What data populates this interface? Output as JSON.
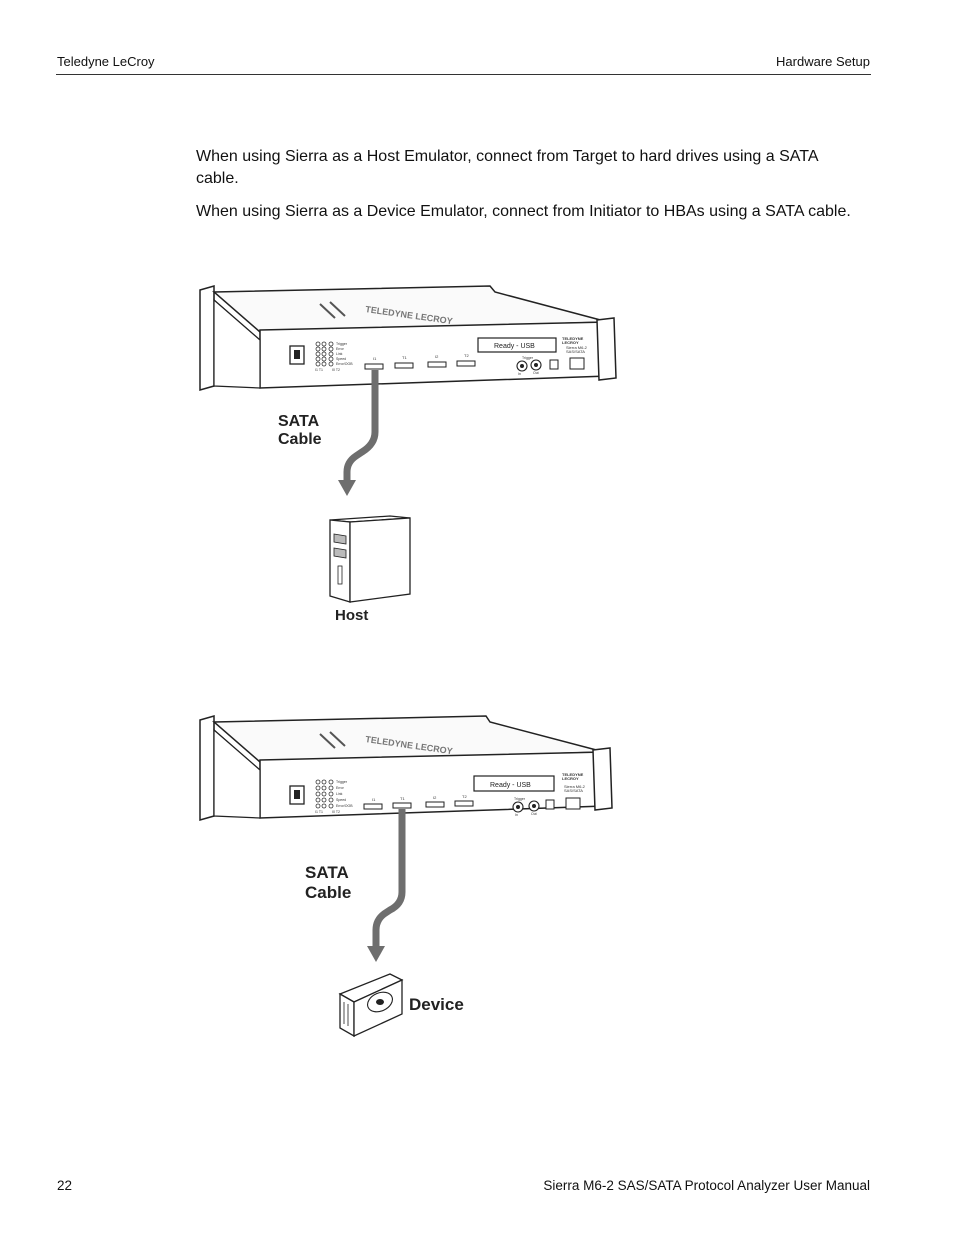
{
  "header": {
    "left": "Teledyne LeCroy",
    "right": "Hardware Setup"
  },
  "body": {
    "paragraphs": [
      "When using Sierra as a Host Emulator, connect from Target to hard drives using a SATA cable.",
      "When using Sierra as a Device Emulator, connect from Initiator to HBAs using a SATA cable."
    ]
  },
  "figures": {
    "host": {
      "cable_line1": "SATA",
      "cable_line2": "Cable",
      "target_label": "Host"
    },
    "device": {
      "cable_line1": "SATA",
      "cable_line2": "Cable",
      "target_label": "Device"
    },
    "analyzer": {
      "display_text": "Ready - USB",
      "model_line1": "Sierra M6-2",
      "model_line2": "SAS/SATA",
      "brand_line1": "TELEDYNE",
      "brand_line2": "LECROY",
      "led_labels": [
        "Trigger",
        "Error",
        "Link",
        "Speed",
        "Error/OOB",
        "I0 T2"
      ],
      "led_left_label": "I1 T1",
      "port_labels": [
        "I1",
        "T1",
        "I2",
        "T2"
      ],
      "trigger_label": "Trigger",
      "trigger_in": "In",
      "trigger_out": "Out"
    }
  },
  "footer": {
    "page_number": "22",
    "title": "Sierra M6-2 SAS/SATA Protocol Analyzer User Manual"
  },
  "colors": {
    "cable": "#6e6e6e",
    "outline": "#222222",
    "rule": "#333333"
  }
}
